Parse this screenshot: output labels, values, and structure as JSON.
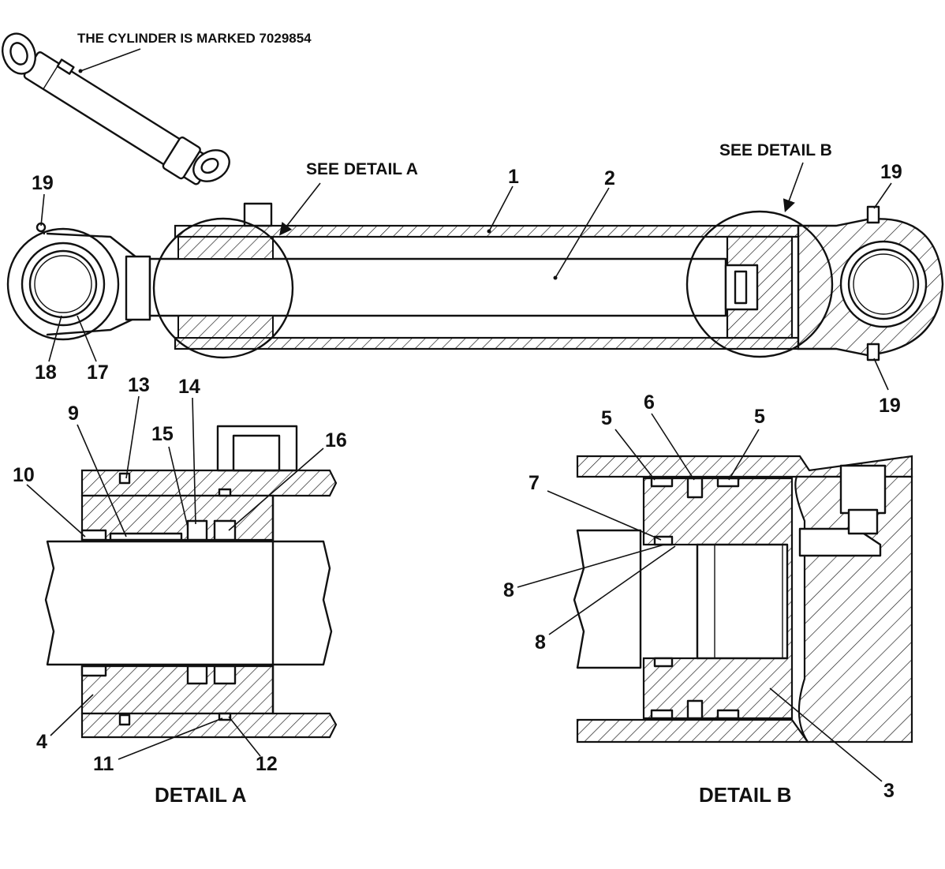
{
  "note": "THE CYLINDER IS MARKED 7029854",
  "see_detail_a": "SEE DETAIL A",
  "see_detail_b": "SEE DETAIL B",
  "detail_a_title": "DETAIL A",
  "detail_b_title": "DETAIL B",
  "callouts": {
    "c1": "1",
    "c2": "2",
    "c3": "3",
    "c4": "4",
    "c5a": "5",
    "c5b": "5",
    "c6": "6",
    "c7": "7",
    "c8a": "8",
    "c8b": "8",
    "c9": "9",
    "c10": "10",
    "c11": "11",
    "c12": "12",
    "c13": "13",
    "c14": "14",
    "c15": "15",
    "c16": "16",
    "c17": "17",
    "c18": "18",
    "c19a": "19",
    "c19b": "19",
    "c19c": "19"
  }
}
